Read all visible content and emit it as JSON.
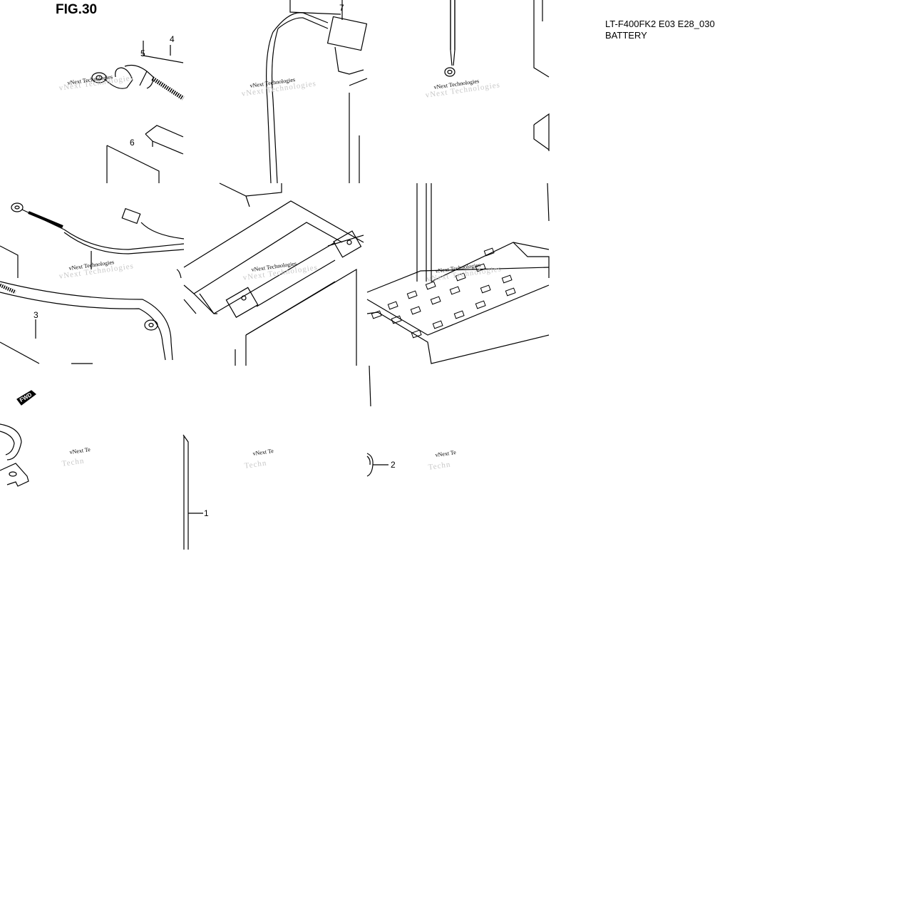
{
  "figure": {
    "title": "FIG.30"
  },
  "model": {
    "code": "LT-F400FK2 E03 E28_030",
    "name": "BATTERY"
  },
  "callouts": [
    "1",
    "2",
    "3",
    "4",
    "5",
    "6",
    "7"
  ],
  "watermark": {
    "line1": "vNext Technologies",
    "short1": "vNext Te",
    "short2": "Techn"
  },
  "fwd_label": "FWD"
}
